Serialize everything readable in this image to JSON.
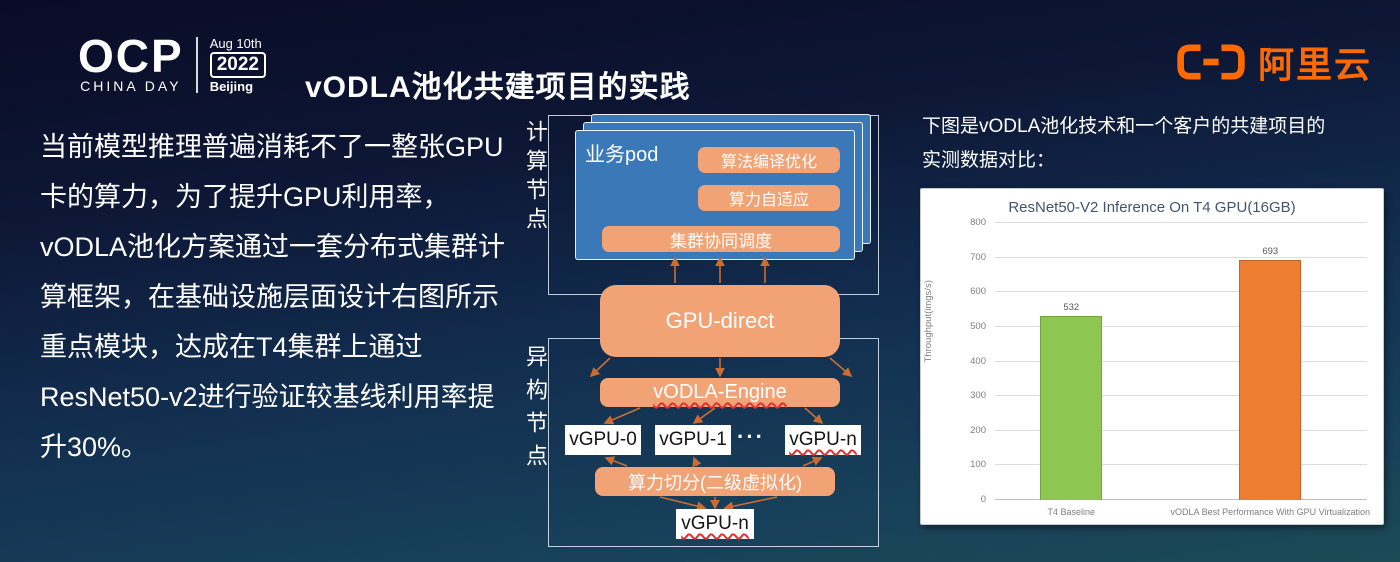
{
  "header": {
    "logo": {
      "ocp": "OCP",
      "china_day": "CHINA DAY",
      "date": "Aug 10th",
      "year": "2022",
      "city": "Beijing"
    },
    "title": "vODLA池化共建项目的实践",
    "brand": "阿里云"
  },
  "left_text": "当前模型推理普遍消耗不了一整张GPU卡的算力，为了提升GPU利用率，vODLA池化方案通过一套分布式集群计算框架，在基础设施层面设计右图所示重点模块，达成在T4集群上通过ResNet50-v2进行验证较基线利用率提升30%。",
  "diagram": {
    "compute_node_label": "计算节点",
    "hetero_node_label": "异构节点",
    "pod_label": "业务pod",
    "pod_modules": [
      "算法编译优化",
      "算力自适应",
      "集群协同调度"
    ],
    "gpu_direct": "GPU-direct",
    "vodla_engine": "vODLA-Engine",
    "vgpus": [
      "vGPU-0",
      "vGPU-1",
      "vGPU-n"
    ],
    "ellipsis": "···",
    "slicing": "算力切分(二级虚拟化)",
    "bottom_vgpu": "vGPU-n"
  },
  "right": {
    "caption_line1": "下图是vODLA池化技术和一个客户的共建项目的",
    "caption_line2": "实测数据对比："
  },
  "chart_data": {
    "type": "bar",
    "title": "ResNet50-V2 Inference On T4 GPU(16GB)",
    "ylabel": "Throughput(imgs/s)",
    "categories": [
      "T4 Baseline",
      "vODLA Best Performance With GPU Virtualization"
    ],
    "values": [
      532,
      693
    ],
    "bar_colors": [
      "#8dc752",
      "#ed7d31"
    ],
    "ylim": [
      0,
      800
    ],
    "ytick_step": 100,
    "grid": true,
    "legend": false
  },
  "colors": {
    "brand_orange": "#ff6a00",
    "diagram_orange": "#f1a376",
    "pod_blue": "#3a78b8",
    "arrow_orange": "#cb6d33"
  }
}
